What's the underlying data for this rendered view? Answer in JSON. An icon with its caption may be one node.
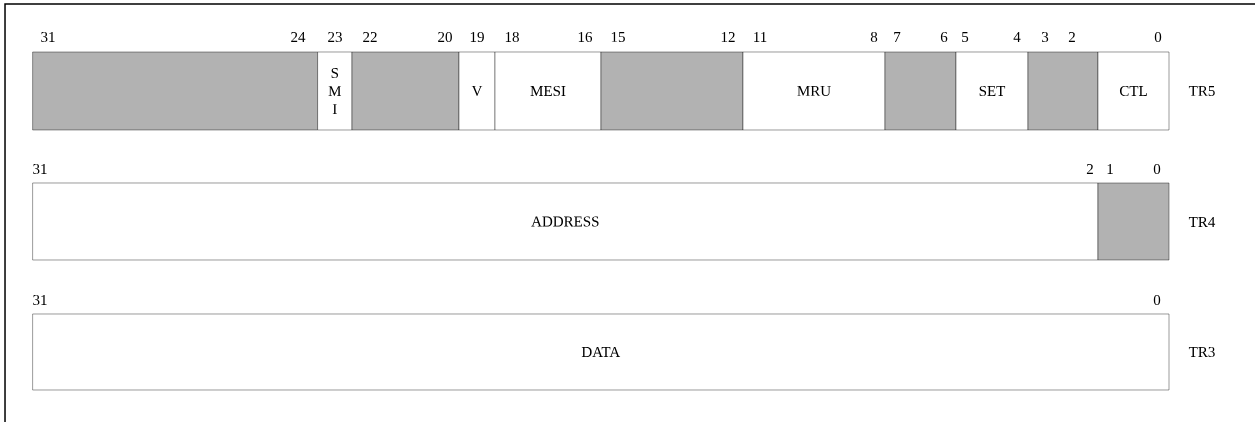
{
  "diagram": {
    "nodes": [
      {
        "text": [],
        "shape": "box"
      },
      {
        "text": [
          "S M I"
        ]
      },
      {
        "text": [],
        "shape": "box"
      },
      {
        "text": [
          "V"
        ]
      },
      {
        "text": [
          "MESI"
        ]
      },
      {
        "text": [],
        "shape": "box"
      },
      {
        "text": [
          "MRU"
        ]
      },
      {
        "text": [],
        "shape": "box"
      },
      {
        "text": [
          "SET"
        ]
      },
      {
        "text": [],
        "shape": "box"
      },
      {
        "text": [
          "CTL"
        ]
      },
      {
        "text": [
          "ADDRESS"
        ]
      },
      {
        "text": [],
        "shape": "box"
      },
      {
        "text": [
          "DATA"
        ]
      }
    ],
    "edges": [],
    "labels": [
      "31",
      "24",
      "23",
      "22",
      "20",
      "19",
      "18",
      "16",
      "15",
      "12",
      "11",
      "8",
      "7",
      "6",
      "5",
      "4",
      "3",
      "2",
      "0",
      "TR5",
      "31",
      "2",
      "1",
      "0",
      "TR4",
      "31",
      "0",
      "TR3"
    ]
  }
}
